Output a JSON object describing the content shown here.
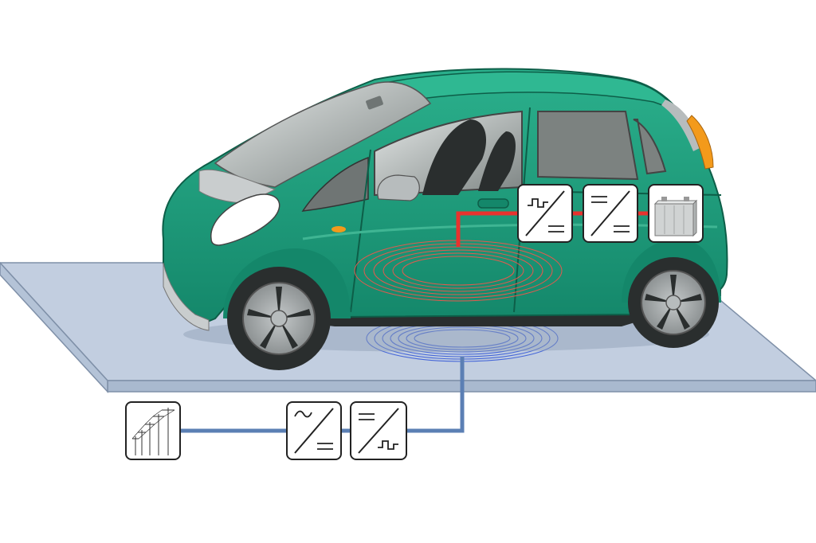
{
  "colors": {
    "background": "#ffffff",
    "ground_pad_top": "#c0cde0",
    "ground_pad_edge": "#9eb0c9",
    "car_body": "#199a78",
    "car_body_dark": "#127a5e",
    "car_body_light": "#3fb593",
    "glass": "#7c8280",
    "glass_light": "#d9dddc",
    "trim_gray": "#b7bcbd",
    "tire": "#2a2e2e",
    "rim": "#9da2a3",
    "indicator_orange": "#f39a1b",
    "vehicle_link_red": "#e8322e",
    "ground_link_blue": "#5b7fb4",
    "coil_vehicle": "#e25a4e",
    "coil_ground": "#3f5fd8",
    "block_border": "#222222",
    "block_fill": "#ffffff"
  },
  "icons": [
    "power-grid-icon",
    "ac-dc-converter-icon",
    "dc-hf-inverter-icon",
    "hf-dc-rectifier-icon",
    "dc-dc-converter-icon",
    "battery-icon"
  ],
  "components": {
    "ground_side": [
      "power-grid",
      "ac-dc-converter",
      "dc-hf-inverter",
      "transmitter-coil"
    ],
    "vehicle_side": [
      "receiver-coil",
      "hf-dc-rectifier",
      "dc-dc-converter",
      "battery"
    ]
  }
}
